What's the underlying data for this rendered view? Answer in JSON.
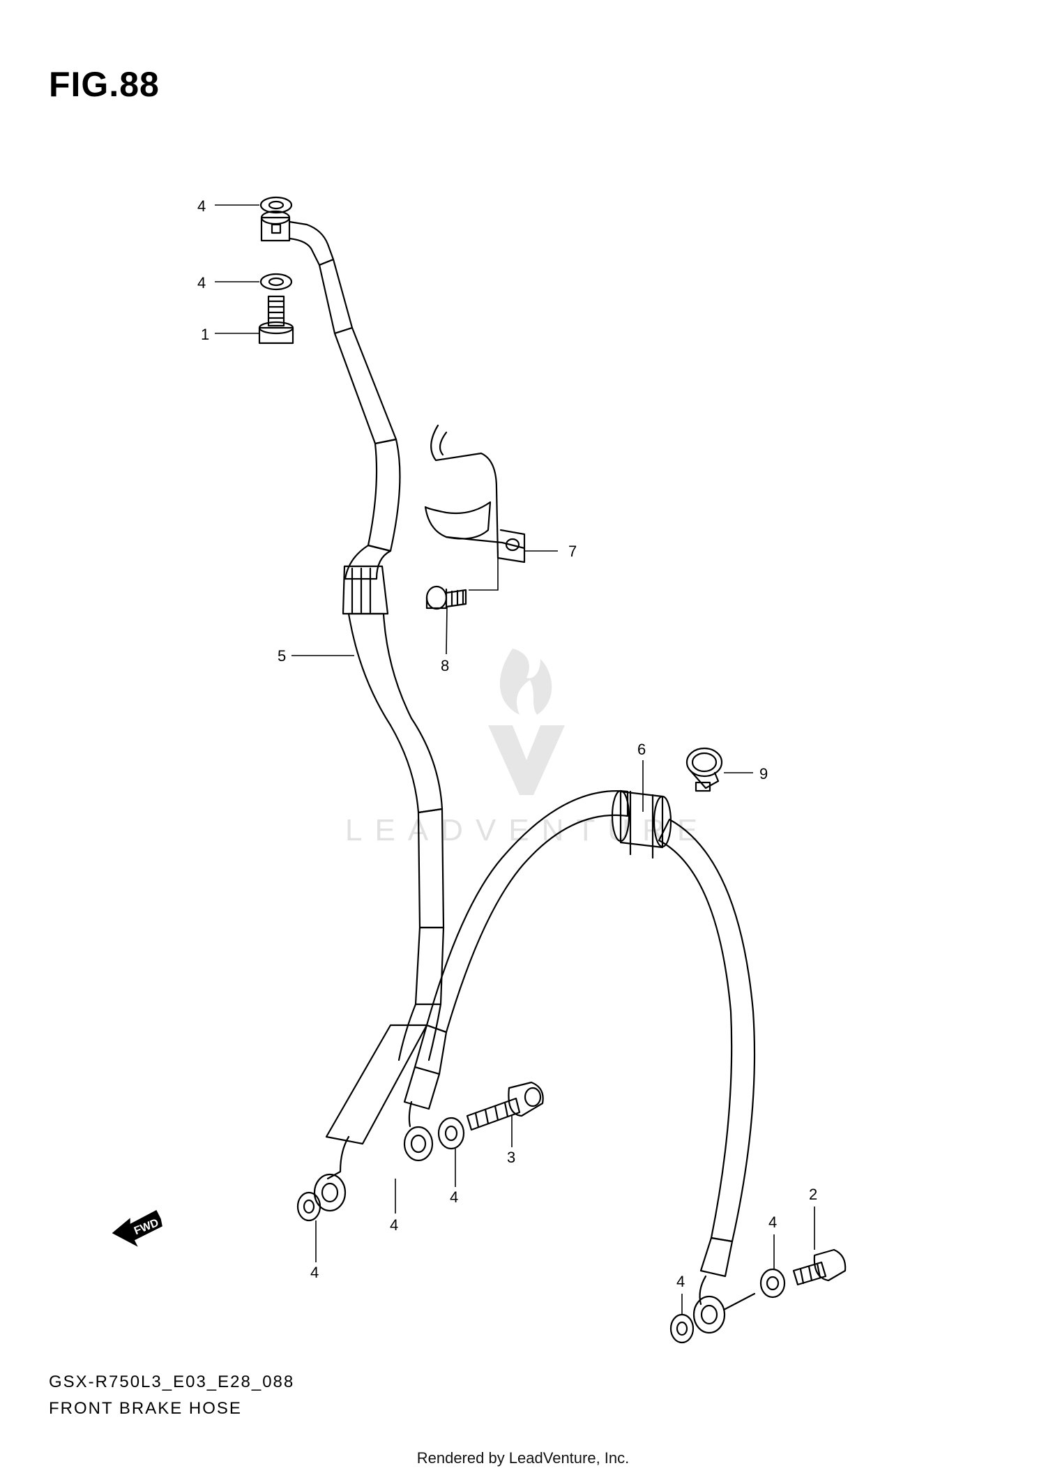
{
  "figure": {
    "title": "FIG.88"
  },
  "footer": {
    "code": "GSX-R750L3_E03_E28_088",
    "name": "FRONT BRAKE HOSE"
  },
  "credit": "Rendered by LeadVenture, Inc.",
  "watermark": {
    "text": "LEADVENTURE",
    "icon": "leadventure-flame-logo"
  },
  "fwd_indicator": {
    "label": "FWD",
    "icon": "forward-arrow-icon"
  },
  "callouts": [
    {
      "id": "c-4a",
      "label": "4"
    },
    {
      "id": "c-4b",
      "label": "4"
    },
    {
      "id": "c-1",
      "label": "1"
    },
    {
      "id": "c-7",
      "label": "7"
    },
    {
      "id": "c-8",
      "label": "8"
    },
    {
      "id": "c-5",
      "label": "5"
    },
    {
      "id": "c-6",
      "label": "6"
    },
    {
      "id": "c-9",
      "label": "9"
    },
    {
      "id": "c-3",
      "label": "3"
    },
    {
      "id": "c-4c",
      "label": "4"
    },
    {
      "id": "c-4d",
      "label": "4"
    },
    {
      "id": "c-4e",
      "label": "4"
    },
    {
      "id": "c-2",
      "label": "2"
    },
    {
      "id": "c-4f",
      "label": "4"
    },
    {
      "id": "c-4g",
      "label": "4"
    }
  ]
}
